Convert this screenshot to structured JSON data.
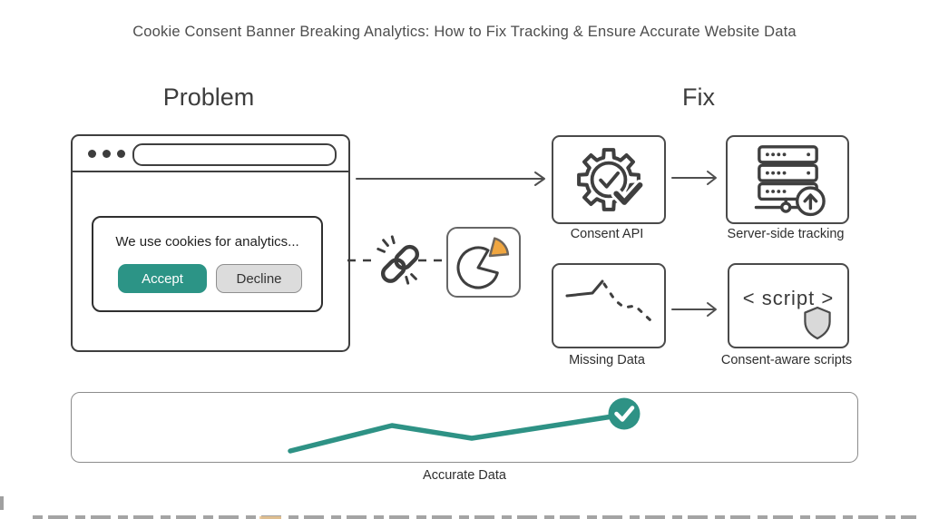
{
  "title": "Cookie Consent Banner Breaking Analytics: How to Fix Tracking & Ensure Accurate Website Data",
  "headings": {
    "problem": "Problem",
    "fix": "Fix"
  },
  "browser": {
    "cookie_banner": {
      "message": "We use cookies for analytics...",
      "accept_label": "Accept",
      "decline_label": "Decline"
    }
  },
  "fix_items": [
    {
      "label": "Consent API"
    },
    {
      "label": "Server-side tracking"
    },
    {
      "label": "Missing Data"
    },
    {
      "label": "Consent-aware scripts",
      "code_text": "< script >"
    }
  ],
  "outcome": {
    "label": "Accurate Data"
  },
  "colors": {
    "teal": "#2E9285",
    "orange": "#F0A640",
    "outline": "#3F3F3F",
    "shield_gray": "#D9D9D9"
  }
}
